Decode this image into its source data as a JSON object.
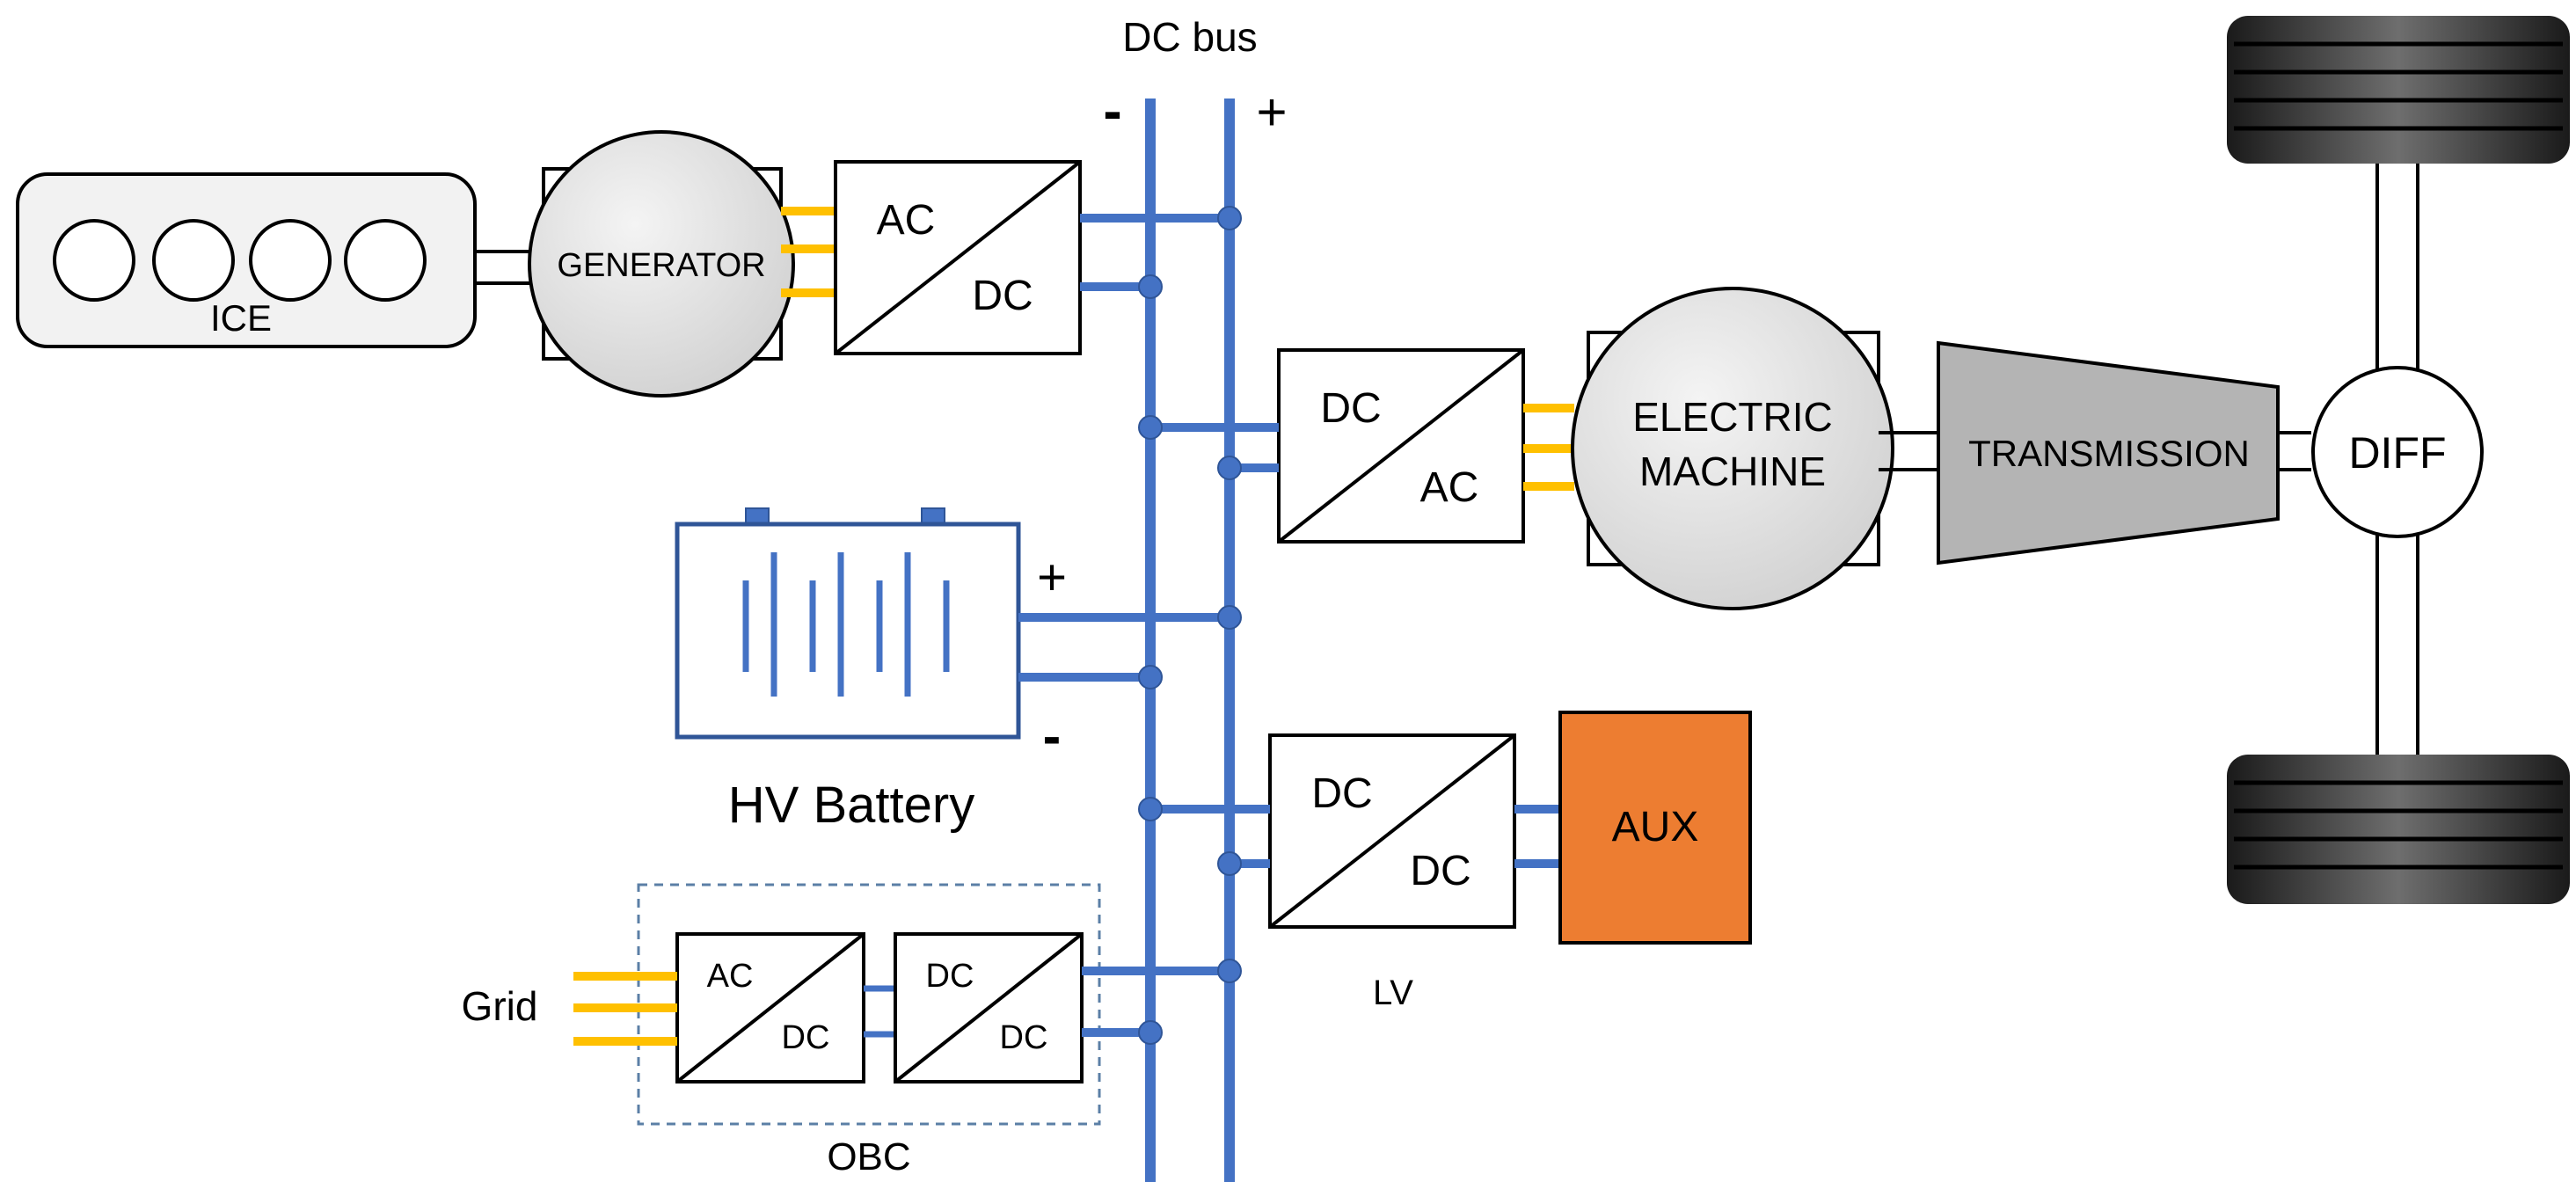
{
  "dc_bus": {
    "label": "DC bus",
    "minus": "-",
    "plus": "+"
  },
  "ice": {
    "label": "ICE"
  },
  "generator": {
    "label": "GENERATOR"
  },
  "converters": {
    "gen_acdc": {
      "top": "AC",
      "bottom": "DC"
    },
    "em_dcac": {
      "top": "DC",
      "bottom": "AC"
    },
    "lv_dcdc": {
      "top": "DC",
      "bottom": "DC",
      "caption": "LV"
    },
    "obc_acdc": {
      "top": "AC",
      "bottom": "DC"
    },
    "obc_dcdc": {
      "top": "DC",
      "bottom": "DC"
    }
  },
  "electric_machine": {
    "line1": "ELECTRIC",
    "line2": "MACHINE"
  },
  "transmission": {
    "label": "TRANSMISSION"
  },
  "diff": {
    "label": "DIFF"
  },
  "battery": {
    "label": "HV Battery",
    "plus": "+",
    "minus": "-"
  },
  "aux": {
    "label": "AUX"
  },
  "grid": {
    "label": "Grid"
  },
  "obc": {
    "label": "OBC"
  },
  "colors": {
    "bus": "#4472C4",
    "ac_line": "#FFC000",
    "aux_fill": "#ED7D31",
    "transmission_fill": "#B4B4B4",
    "machine_fill": "#E6E6E6",
    "ice_fill": "#F2F2F2"
  }
}
